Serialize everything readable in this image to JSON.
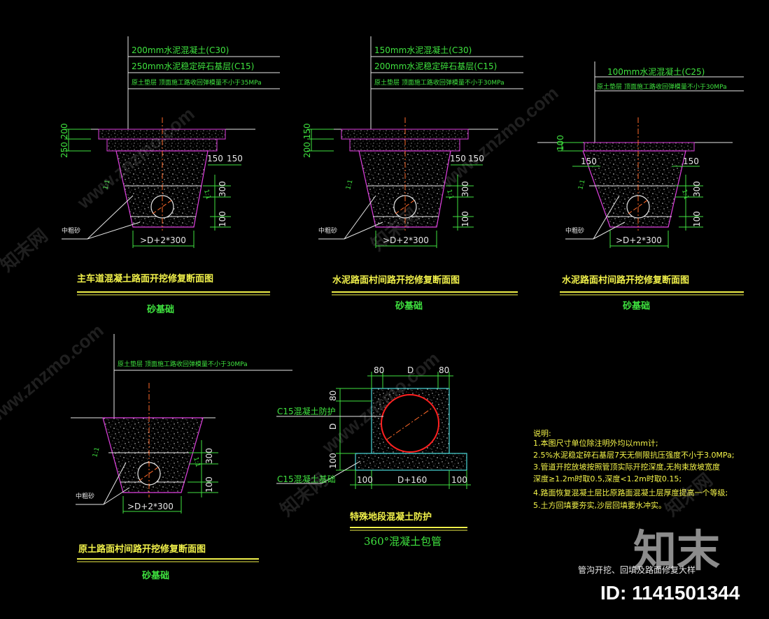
{
  "section1": {
    "layer1": "200mm水泥混凝土(C30)",
    "layer2": "250mm水泥稳定碎石基层(C15)",
    "layer3": "原土垫层  顶面施工路收回弹模量不小于35MPa",
    "dim_top": "250 200",
    "dim_150a": "150",
    "dim_150b": "150",
    "dim_300": "300",
    "dim_100": "100",
    "slope_l": "1:1",
    "slope_r": "1:1",
    "sand": "中粗砂",
    "width": ">D+2*300",
    "title": "主车道混凝土路面开挖修复断面图",
    "subtitle": "砂基础"
  },
  "section2": {
    "layer1": "150mm水泥混凝土(C30)",
    "layer2": "200mm水泥稳定碎石基层(C15)",
    "layer3": "原土垫层  顶面施工路收回弹模量不小于30MPa",
    "dim_top": "200 150",
    "dim_150a": "150",
    "dim_150b": "150",
    "dim_300": "300",
    "dim_100": "100",
    "slope_l": "1:1",
    "slope_r": "1:1",
    "sand": "中粗砂",
    "width": ">D+2*300",
    "title": "水泥路面村间路开挖修复断面图",
    "subtitle": "砂基础"
  },
  "section3": {
    "layer1": "100mm水泥混凝土(C25)",
    "layer3": "原土垫层  顶面施工路收回弹模量不小于30MPa",
    "dim_top": "100",
    "dim_150a": "150",
    "dim_150b": "150",
    "dim_300": "300",
    "dim_100": "100",
    "slope_l": "1:1",
    "slope_r": "1:1",
    "sand": "中粗砂",
    "width": ">D+2*300",
    "title": "水泥路面村间路开挖修复断面图",
    "subtitle": "砂基础"
  },
  "section4": {
    "layer3": "原土垫层  顶面施工路收回弹模量不小于30MPa",
    "dim_300": "300",
    "dim_100": "100",
    "slope_l": "1:1",
    "slope_r": "1:1",
    "sand": "中粗砂",
    "width": ">D+2*300",
    "title": "原土路面村间路开挖修复断面图",
    "subtitle": "砂基础"
  },
  "section5": {
    "dim_80a": "80",
    "dim_d": "D",
    "dim_80b": "80",
    "dim_80v": "80",
    "dim_dv": "D",
    "dim_100v": "100",
    "c15_top": "C15混凝土防护",
    "c15_bot": "C15混凝土基础",
    "dim_100a": "100",
    "dim_d160": "D+160",
    "dim_100b": "100",
    "title": "特殊地段混凝土防护",
    "subtitle": "360°混凝土包管"
  },
  "notes": {
    "heading": "说明:",
    "items": [
      "1.本图尺寸单位除注明外均以mm计;",
      "2.5%水泥稳定碎石基层7天无侧限抗压强度不小于3.0MPa;",
      "3.管道开挖放坡按照管顶实际开挖深度,无拘束放坡宽度",
      "   深度≥1.2m时取0.5,深度<1.2m时取0.15;",
      "4.路面恢复混凝土层比原路面混凝土层厚度提高一个等级;",
      "5.土方回填要夯实,沙层回填要水冲实。"
    ]
  },
  "caption": "管沟开挖、回填及路面修复大样",
  "brand": {
    "logo": "知末",
    "id": "ID: 1141501344",
    "watermark_cn": "知末网",
    "watermark_url": "www.znzmo.com"
  }
}
